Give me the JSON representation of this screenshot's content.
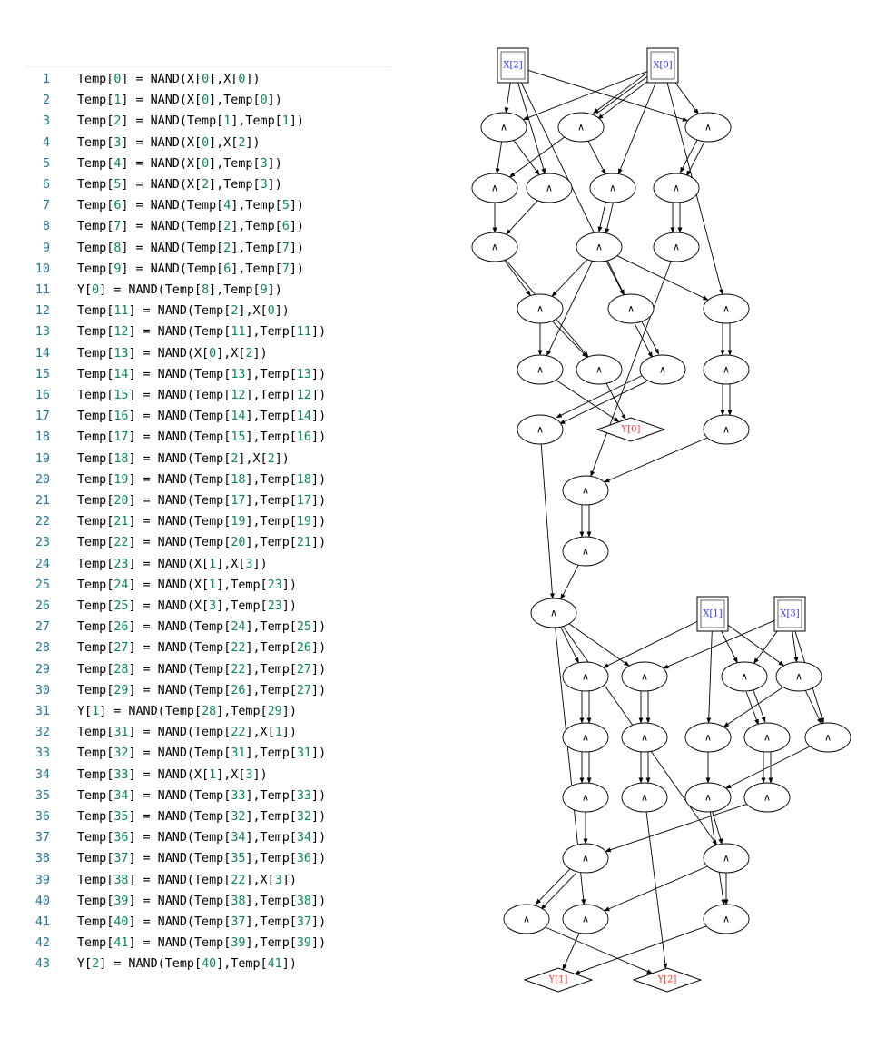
{
  "code": {
    "lines": [
      "Temp[0] = NAND(X[0],X[0])",
      "Temp[1] = NAND(X[0],Temp[0])",
      "Temp[2] = NAND(Temp[1],Temp[1])",
      "Temp[3] = NAND(X[0],X[2])",
      "Temp[4] = NAND(X[0],Temp[3])",
      "Temp[5] = NAND(X[2],Temp[3])",
      "Temp[6] = NAND(Temp[4],Temp[5])",
      "Temp[7] = NAND(Temp[2],Temp[6])",
      "Temp[8] = NAND(Temp[2],Temp[7])",
      "Temp[9] = NAND(Temp[6],Temp[7])",
      "Y[0] = NAND(Temp[8],Temp[9])",
      "Temp[11] = NAND(Temp[2],X[0])",
      "Temp[12] = NAND(Temp[11],Temp[11])",
      "Temp[13] = NAND(X[0],X[2])",
      "Temp[14] = NAND(Temp[13],Temp[13])",
      "Temp[15] = NAND(Temp[12],Temp[12])",
      "Temp[16] = NAND(Temp[14],Temp[14])",
      "Temp[17] = NAND(Temp[15],Temp[16])",
      "Temp[18] = NAND(Temp[2],X[2])",
      "Temp[19] = NAND(Temp[18],Temp[18])",
      "Temp[20] = NAND(Temp[17],Temp[17])",
      "Temp[21] = NAND(Temp[19],Temp[19])",
      "Temp[22] = NAND(Temp[20],Temp[21])",
      "Temp[23] = NAND(X[1],X[3])",
      "Temp[24] = NAND(X[1],Temp[23])",
      "Temp[25] = NAND(X[3],Temp[23])",
      "Temp[26] = NAND(Temp[24],Temp[25])",
      "Temp[27] = NAND(Temp[22],Temp[26])",
      "Temp[28] = NAND(Temp[22],Temp[27])",
      "Temp[29] = NAND(Temp[26],Temp[27])",
      "Y[1] = NAND(Temp[28],Temp[29])",
      "Temp[31] = NAND(Temp[22],X[1])",
      "Temp[32] = NAND(Temp[31],Temp[31])",
      "Temp[33] = NAND(X[1],X[3])",
      "Temp[34] = NAND(Temp[33],Temp[33])",
      "Temp[35] = NAND(Temp[32],Temp[32])",
      "Temp[36] = NAND(Temp[34],Temp[34])",
      "Temp[37] = NAND(Temp[35],Temp[36])",
      "Temp[38] = NAND(Temp[22],X[3])",
      "Temp[39] = NAND(Temp[38],Temp[38])",
      "Temp[40] = NAND(Temp[37],Temp[37])",
      "Temp[41] = NAND(Temp[39],Temp[39])",
      "Y[2] = NAND(Temp[40],Temp[41])"
    ]
  },
  "graph": {
    "gate_symbol": "∧",
    "colors": {
      "input": "#3333ff",
      "output": "#ff3333",
      "edge": "#000000"
    },
    "inputs": [
      {
        "id": "X0",
        "label": "X[0]"
      },
      {
        "id": "X1",
        "label": "X[1]"
      },
      {
        "id": "X2",
        "label": "X[2]"
      },
      {
        "id": "X3",
        "label": "X[3]"
      }
    ],
    "outputs": [
      {
        "id": "Y0",
        "label": "Y[0]"
      },
      {
        "id": "Y1",
        "label": "Y[1]"
      },
      {
        "id": "Y2",
        "label": "Y[2]"
      }
    ],
    "gates": [
      {
        "id": "t0",
        "in": [
          "X0",
          "X0"
        ]
      },
      {
        "id": "t1",
        "in": [
          "X0",
          "t0"
        ]
      },
      {
        "id": "t2",
        "in": [
          "t1",
          "t1"
        ]
      },
      {
        "id": "t3",
        "in": [
          "X0",
          "X2"
        ]
      },
      {
        "id": "t4",
        "in": [
          "X0",
          "t3"
        ]
      },
      {
        "id": "t5",
        "in": [
          "X2",
          "t3"
        ]
      },
      {
        "id": "t6",
        "in": [
          "t4",
          "t5"
        ]
      },
      {
        "id": "t7",
        "in": [
          "t2",
          "t6"
        ]
      },
      {
        "id": "t8",
        "in": [
          "t2",
          "t7"
        ]
      },
      {
        "id": "t9",
        "in": [
          "t6",
          "t7"
        ]
      },
      {
        "id": "Y0",
        "in": [
          "t8",
          "t9"
        ]
      },
      {
        "id": "t11",
        "in": [
          "t2",
          "X0"
        ]
      },
      {
        "id": "t12",
        "in": [
          "t11",
          "t11"
        ]
      },
      {
        "id": "t13",
        "in": [
          "X0",
          "X2"
        ]
      },
      {
        "id": "t14",
        "in": [
          "t13",
          "t13"
        ]
      },
      {
        "id": "t15",
        "in": [
          "t12",
          "t12"
        ]
      },
      {
        "id": "t16",
        "in": [
          "t14",
          "t14"
        ]
      },
      {
        "id": "t17",
        "in": [
          "t15",
          "t16"
        ]
      },
      {
        "id": "t18",
        "in": [
          "t2",
          "X2"
        ]
      },
      {
        "id": "t19",
        "in": [
          "t18",
          "t18"
        ]
      },
      {
        "id": "t20",
        "in": [
          "t17",
          "t17"
        ]
      },
      {
        "id": "t21",
        "in": [
          "t19",
          "t19"
        ]
      },
      {
        "id": "t22",
        "in": [
          "t20",
          "t21"
        ]
      },
      {
        "id": "t23",
        "in": [
          "X1",
          "X3"
        ]
      },
      {
        "id": "t24",
        "in": [
          "X1",
          "t23"
        ]
      },
      {
        "id": "t25",
        "in": [
          "X3",
          "t23"
        ]
      },
      {
        "id": "t26",
        "in": [
          "t24",
          "t25"
        ]
      },
      {
        "id": "t27",
        "in": [
          "t22",
          "t26"
        ]
      },
      {
        "id": "t28",
        "in": [
          "t22",
          "t27"
        ]
      },
      {
        "id": "t29",
        "in": [
          "t26",
          "t27"
        ]
      },
      {
        "id": "Y1",
        "in": [
          "t28",
          "t29"
        ]
      },
      {
        "id": "t31",
        "in": [
          "t22",
          "X1"
        ]
      },
      {
        "id": "t32",
        "in": [
          "t31",
          "t31"
        ]
      },
      {
        "id": "t33",
        "in": [
          "X1",
          "X3"
        ]
      },
      {
        "id": "t34",
        "in": [
          "t33",
          "t33"
        ]
      },
      {
        "id": "t35",
        "in": [
          "t32",
          "t32"
        ]
      },
      {
        "id": "t36",
        "in": [
          "t34",
          "t34"
        ]
      },
      {
        "id": "t37",
        "in": [
          "t35",
          "t36"
        ]
      },
      {
        "id": "t38",
        "in": [
          "t22",
          "X3"
        ]
      },
      {
        "id": "t39",
        "in": [
          "t38",
          "t38"
        ]
      },
      {
        "id": "t40",
        "in": [
          "t37",
          "t37"
        ]
      },
      {
        "id": "t41",
        "in": [
          "t39",
          "t39"
        ]
      },
      {
        "id": "Y2",
        "in": [
          "t40",
          "t41"
        ]
      }
    ]
  }
}
